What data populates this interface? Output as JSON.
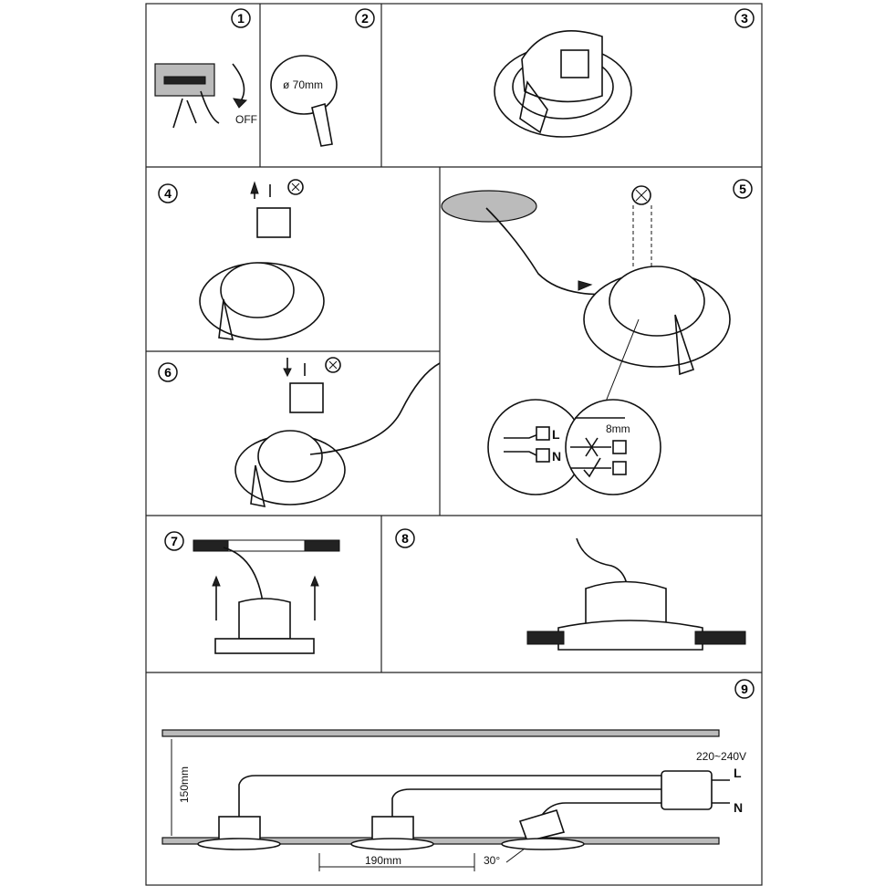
{
  "steps": [
    "1",
    "2",
    "3",
    "4",
    "5",
    "6",
    "7",
    "8",
    "9"
  ],
  "step1": {
    "switch_label": "OFF"
  },
  "step2": {
    "cutout_label": "ø 70mm"
  },
  "step5": {
    "strip_length": "8mm",
    "terminal_live": "L",
    "terminal_neutral": "N"
  },
  "step9": {
    "voltage": "220~240V",
    "live": "L",
    "neutral": "N",
    "ceiling_depth": "150mm",
    "spacing": "190mm",
    "tilt_angle": "30°"
  }
}
